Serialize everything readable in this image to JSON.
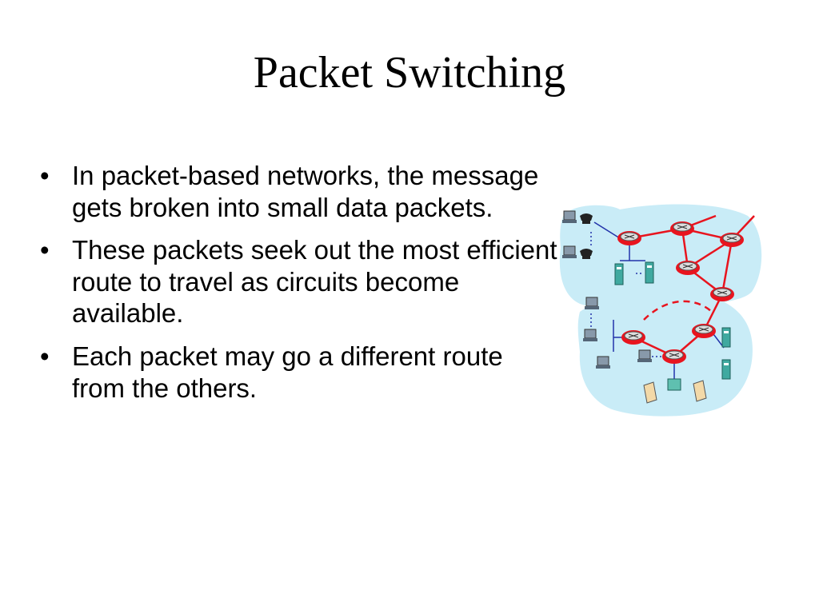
{
  "slide": {
    "title": "Packet Switching",
    "bullets": [
      "In packet-based networks,  the message gets broken into small data packets.",
      "These packets seek out the most efficient route to travel as circuits become available.",
      "Each packet may go a different route from the others."
    ],
    "bullet_glyph": "•"
  },
  "diagram": {
    "cloud_color": "#c9ecf7",
    "router_color": "#e8141e",
    "link_color": "#e8141e",
    "lan_link_color": "#2233aa"
  }
}
